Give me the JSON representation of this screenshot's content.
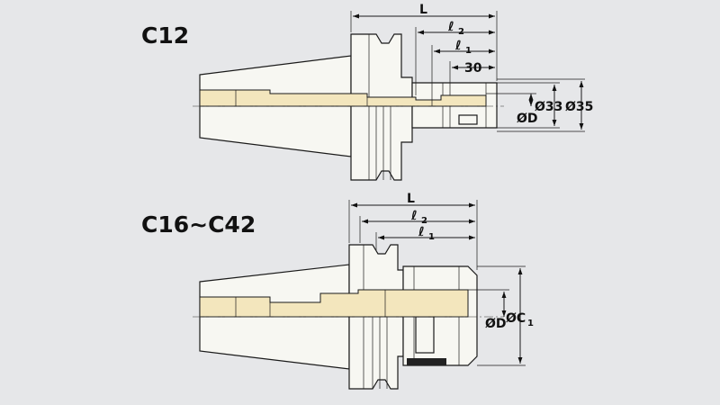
{
  "drawings": [
    {
      "title": "C12",
      "labels": {
        "L": "L",
        "l2": "ℓ",
        "l2_sub": "2",
        "l1": "ℓ",
        "l1_sub": "1",
        "len30": "30",
        "D": "ØD",
        "d33": "Ø33",
        "d35": "Ø35"
      }
    },
    {
      "title": "C16~C42",
      "labels": {
        "L": "L",
        "l2": "ℓ",
        "l2_sub": "2",
        "l1": "ℓ",
        "l1_sub": "1",
        "D": "ØD",
        "C": "ØC",
        "C_sub": "1"
      }
    }
  ],
  "colors": {
    "background": "#e6e7e9",
    "bore_fill": "#f3e6bd",
    "body_fill": "#f7f7f2",
    "line": "#1a1a1a"
  }
}
